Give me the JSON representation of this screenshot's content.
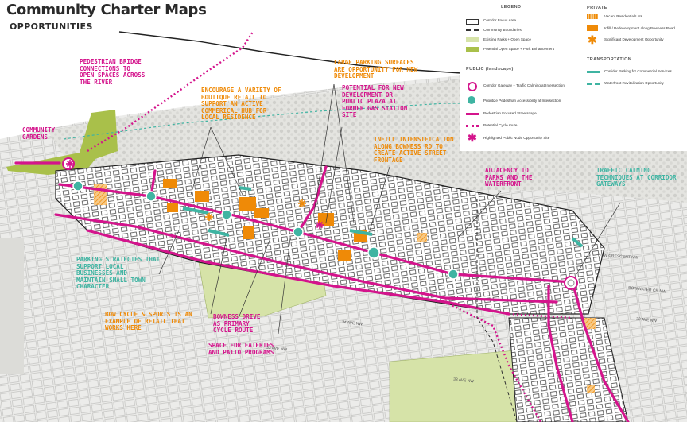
{
  "header": {
    "title": "Community Charter Maps",
    "subtitle": "OPPORTUNITIES"
  },
  "legend": {
    "title": "LEGEND",
    "items_left": [
      "Corridor Focus Area",
      "Community Boundaries",
      "Existing Parks + Open Space",
      "Potential Open Space + Park Enhancement"
    ],
    "public_heading": "PUBLIC (landscape)",
    "public_items": [
      "Corridor Gateway + Traffic Calming at Intersection",
      "Prioritize Pedestrian Accessibility at Intersection",
      "Pedestrian Focused Streetscape",
      "Potential Cycle route",
      "Highlighted Public Node Opportunity Site"
    ],
    "private_heading": "PRIVATE",
    "private_items": [
      "Vacant Residential Lots",
      "Infill / Redevelopment along Bowness Road",
      "Significant Development Opportunity"
    ],
    "transportation_heading": "TRANSPORTATION",
    "transportation_items": [
      "Corridor Parking for Commercial Services",
      "Waterfront Revitalization Opportunity"
    ]
  },
  "callouts": {
    "pedestrian_bridge": "PEDESTRIAN BRIDGE\nCONNECTIONS TO\nOPEN SPACES ACROSS\nTHE RIVER",
    "community_gardens": "COMMUNITY\nGARDENS",
    "boutique_retail": "ENCOURAGE A VARIETY OF\nBOUTIQUE RETAIL TO\nSUPPORT AN ACTIVE\nCOMMERICAL HUB FOR\nLOCAL RESIDENCE",
    "large_parking": "LARGE PARKING SURFACES\nARE OPPORTUNITY FOR NEW\nDEVELOPMENT",
    "gas_station": "POTENTIAL FOR NEW\nDEVELOPMENT OR\nPUBLIC PLAZA AT\nFORMER GAS STATION\nSITE",
    "infill": "INFILL INTENSIFICATION\nALONG BOWNESS RD TO\nCREATE ACTIVE STREET\nFRONTAGE",
    "adjacency": "ADJACENCY TO\nPARKS AND THE\nWATERFRONT",
    "traffic_calming": "TRAFFIC CALMING\nTECHNIQUES AT CORRIDOR\nGATEWAYS",
    "parking_strategies": "PARKING STRATEGIES THAT\nSUPPORT LOCAL\nBUSINESSES AND\nMAINTAIN SMALL TOWN\nCHARACTER",
    "bow_cycle": "BOW CYCLE & SPORTS IS AN\nEXAMPLE OF RETAIL THAT\nWORKS HERE",
    "bowness_drive": "BOWNESS DRIVE\nAS PRIMARY\nCYCLE ROUTE",
    "eateries": "SPACE FOR EATERIES\nAND PATIO PROGRAMS"
  },
  "streets": {
    "crescent": "BOW CRESCENT NW",
    "bowwater": "BOWWATER CR NW",
    "ave34": "34 AVE NW",
    "ave33a": "33 AVE NW",
    "ave33b": "33 AVE NW",
    "ave33c": "33 AVE NW"
  },
  "colors": {
    "magenta": "#d4148c",
    "orange": "#ef8a07",
    "teal": "#3fb4a2",
    "park_green": "#a9c04a",
    "light_green": "#d6e3a8"
  }
}
